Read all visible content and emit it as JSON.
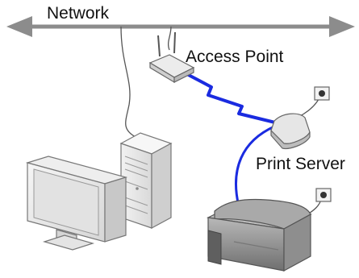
{
  "diagram": {
    "labels": {
      "network": "Network",
      "access_point": "Access Point",
      "print_server": "Print Server"
    },
    "colors": {
      "network_arrow": "#8c8c8c",
      "wireless_link": "#1a2be0",
      "cable": "#555555",
      "device_outline": "#666666",
      "device_fill": "#e9e9e9",
      "printer_body": "#9a9a9a"
    },
    "icons": [
      "network-arrow-icon",
      "access-point-icon",
      "print-server-icon",
      "power-outlet-icon",
      "desktop-computer-icon",
      "card-printer-icon"
    ]
  }
}
